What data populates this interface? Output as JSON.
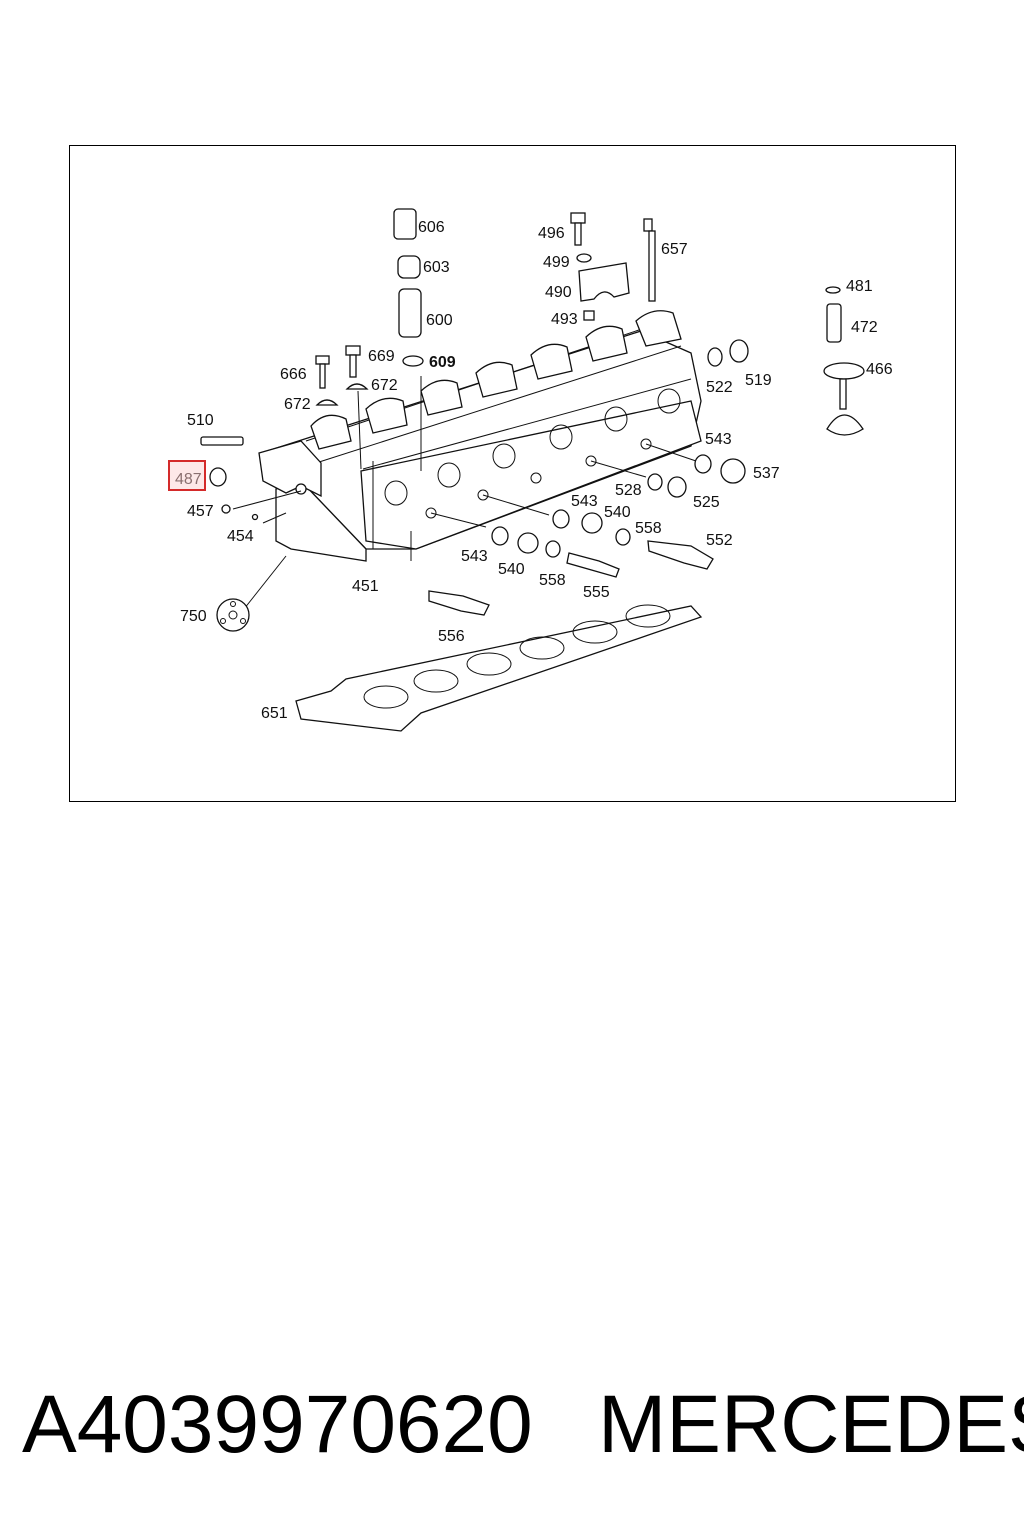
{
  "diagram": {
    "labels": {
      "l606": "606",
      "l603": "603",
      "l600": "600",
      "l609": "609",
      "l669": "669",
      "l666": "666",
      "l672a": "672",
      "l672b": "672",
      "l496": "496",
      "l499": "499",
      "l490": "490",
      "l493": "493",
      "l657": "657",
      "l481": "481",
      "l472": "472",
      "l466": "466",
      "l522": "522",
      "l519": "519",
      "l510": "510",
      "l487": "487",
      "l457": "457",
      "l454": "454",
      "l543a": "543",
      "l537": "537",
      "l528": "528",
      "l525": "525",
      "l543b": "543",
      "l540a": "540",
      "l558a": "558",
      "l552": "552",
      "l543c": "543",
      "l540b": "540",
      "l558b": "558",
      "l555": "555",
      "l451": "451",
      "l556": "556",
      "l750": "750",
      "l651": "651"
    },
    "highlighted_label": "487"
  },
  "caption": {
    "part_number": "A4039970620",
    "brand": "MERCEDES"
  }
}
